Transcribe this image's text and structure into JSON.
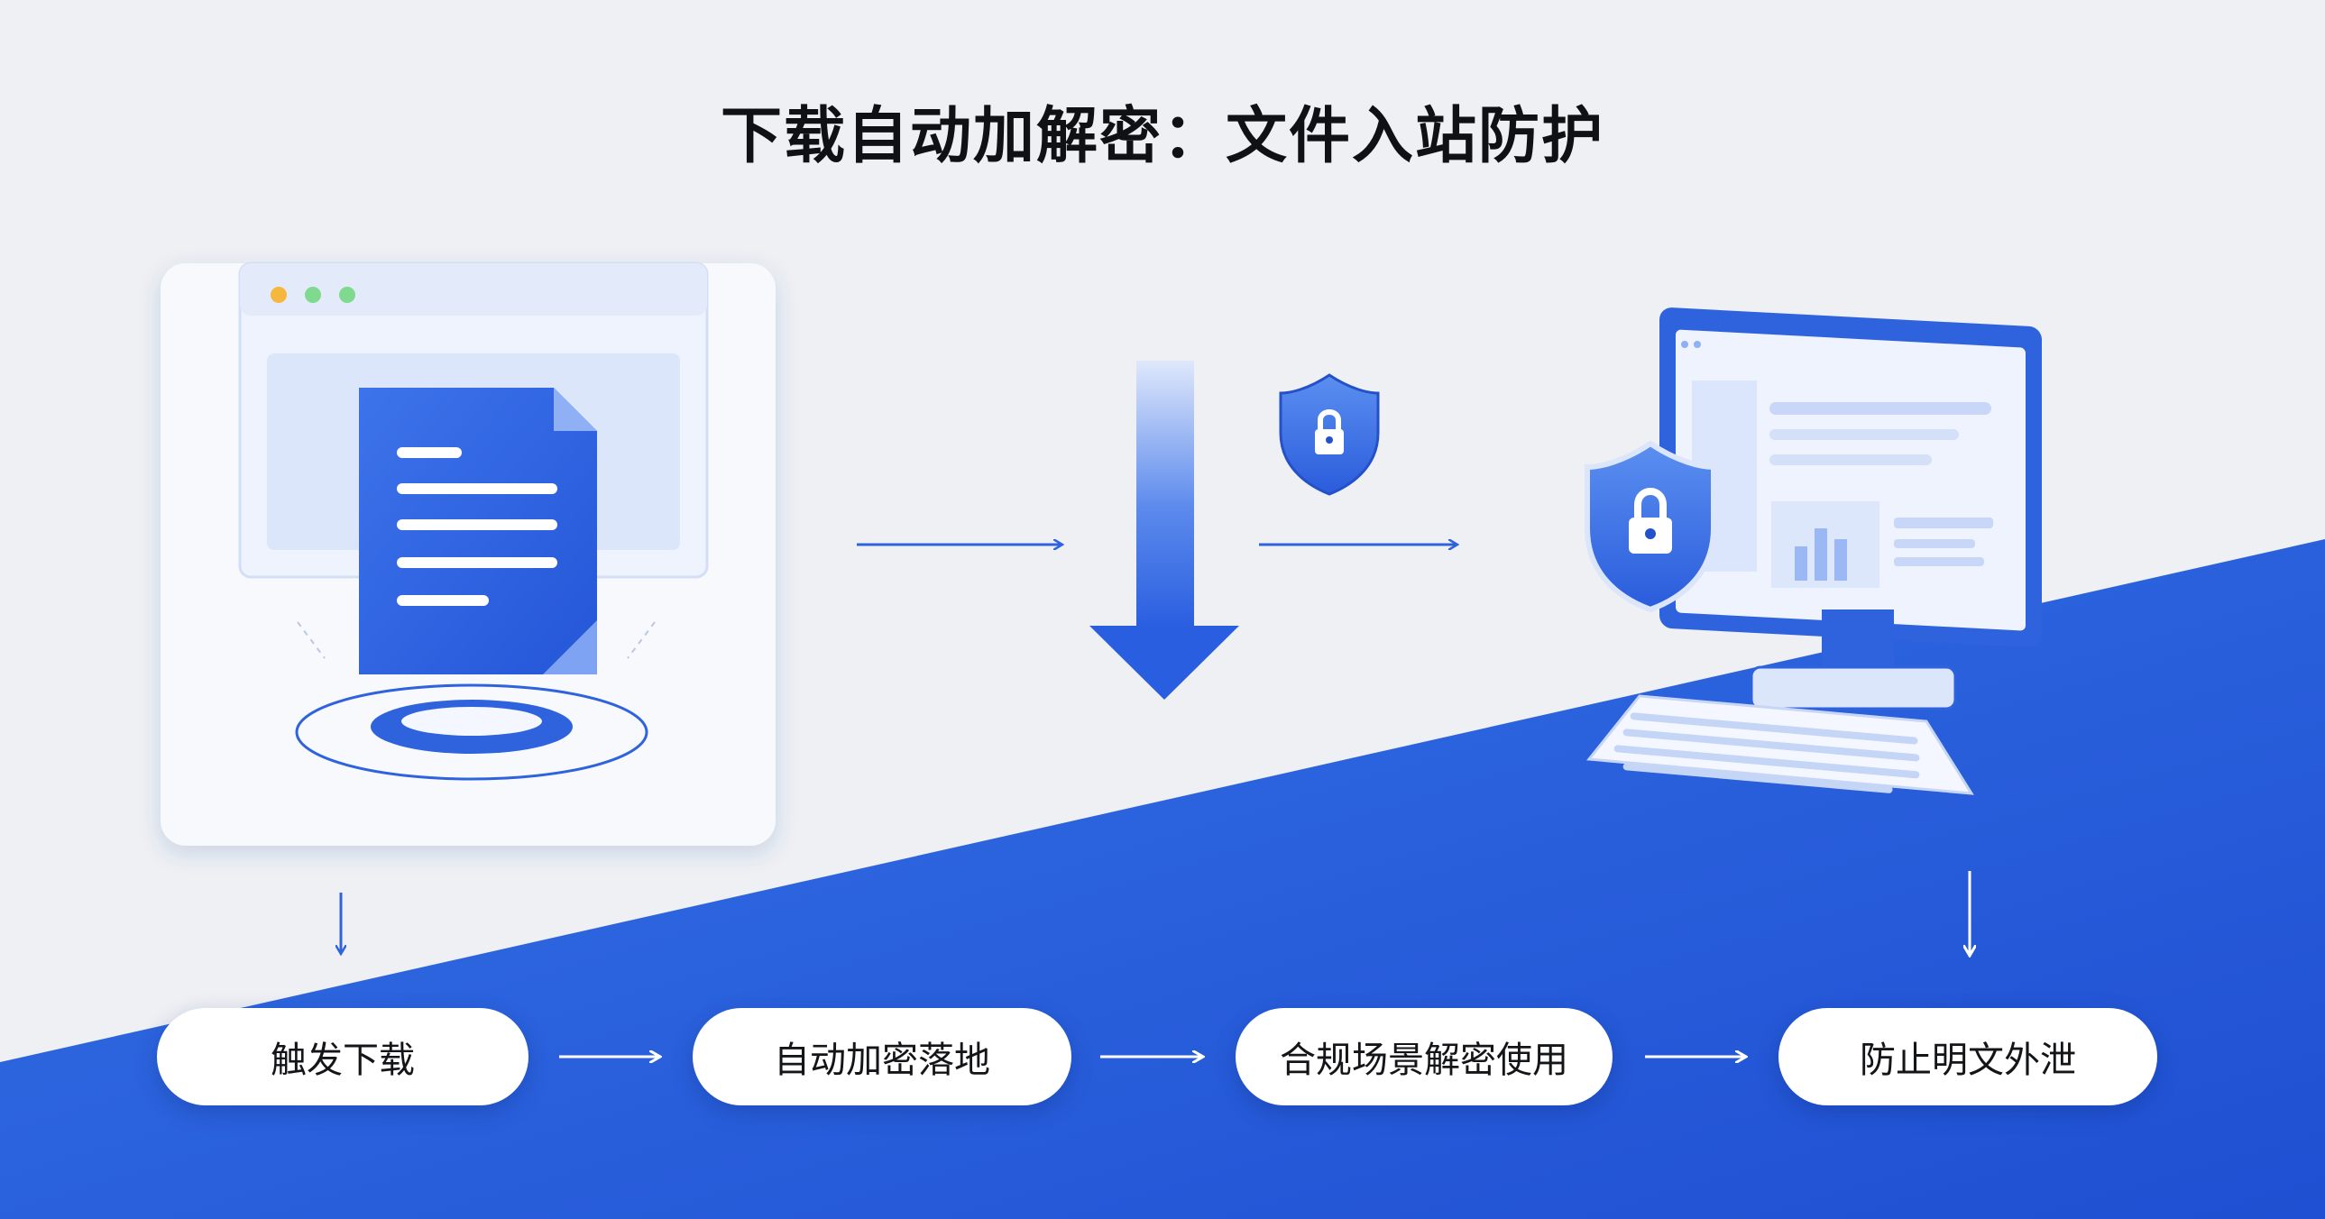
{
  "title": "下载自动加解密：文件入站防护",
  "steps": [
    {
      "label": "触发下载"
    },
    {
      "label": "自动加密落地"
    },
    {
      "label": "合规场景解密使用"
    },
    {
      "label": "防止明文外泄"
    }
  ],
  "icons": [
    "browser-window-icon",
    "document-icon",
    "download-arrow-icon",
    "shield-lock-icon",
    "desktop-computer-icon",
    "keyboard-icon"
  ],
  "colors": {
    "background": "#eef0f4",
    "brand_blue": "#2f63dd",
    "light_blue": "#dce6fb",
    "card": "#f7f9fd",
    "pill": "#ffffff",
    "title": "#101114"
  }
}
